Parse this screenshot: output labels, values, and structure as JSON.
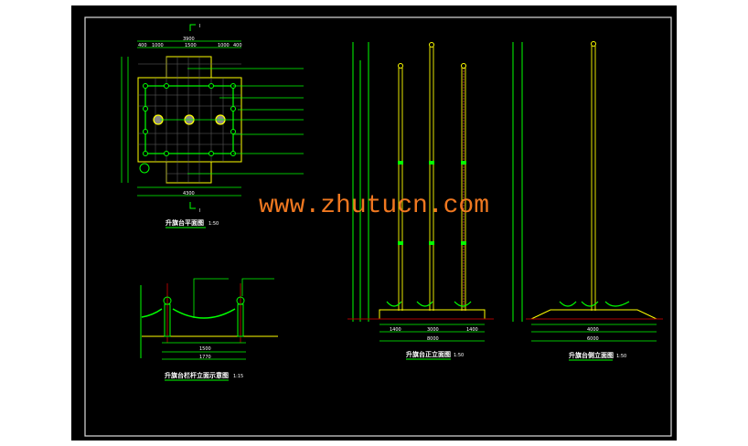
{
  "watermark": "www.zhutucn.com",
  "section_marker": "I",
  "views": {
    "plan": {
      "title": "升旗台平面图",
      "scale": "1:50",
      "dims": {
        "overall": "3900",
        "overall_bottom": "4300",
        "d1": "400",
        "d2": "1000",
        "d3": "1500",
        "d4": "1000",
        "d5": "400"
      }
    },
    "railing": {
      "title": "升旗台栏杆立面示意图",
      "scale": "1:15",
      "dims": {
        "span": "1500",
        "total": "1770"
      }
    },
    "front": {
      "title": "升旗台正立面图",
      "scale": "1:50",
      "dims": {
        "total": "8000",
        "a": "1400",
        "b": "3000",
        "c": "1400"
      }
    },
    "side": {
      "title": "升旗台侧立面图",
      "scale": "1:50",
      "dims": {
        "total": "6000",
        "mid": "4000"
      }
    }
  },
  "colors": {
    "background": "#000000",
    "dimension": "#00ff00",
    "outline": "#ffff00",
    "watermark": "#f07820"
  }
}
